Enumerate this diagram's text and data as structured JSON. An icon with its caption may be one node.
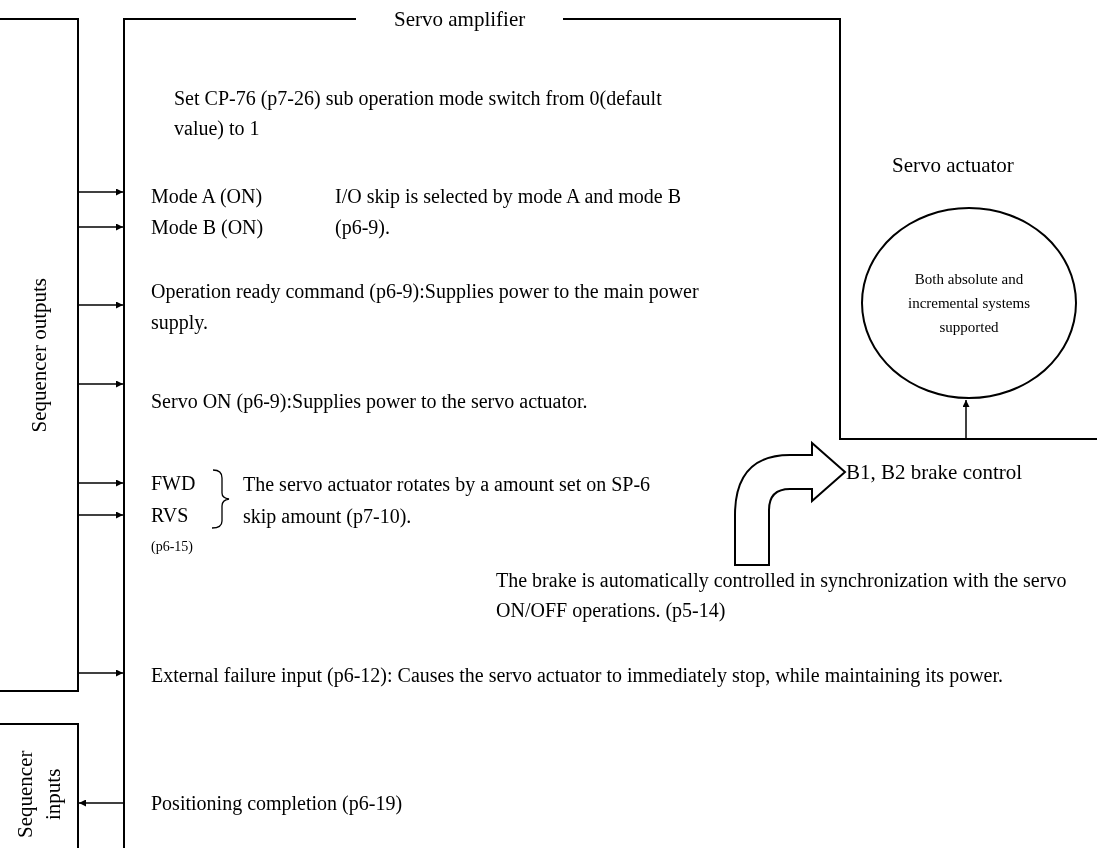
{
  "diagram": {
    "nodes": [
      {
        "text": [
          "Sequencer outputs"
        ]
      },
      {
        "text": [
          "Sequencer inputs"
        ]
      },
      {
        "text": [
          "Servo amplifier"
        ]
      },
      {
        "text": [
          "Both absolute and incremental systems supported"
        ],
        "beside": [
          "Servo actuator"
        ]
      },
      {
        "text": [
          "B1, B2 brake control"
        ]
      },
      {
        "text": [
          "The brake is automatically controlled in synchronization with the servo ON/OFF operations. (p5-14)"
        ]
      }
    ],
    "edges": [
      {
        "from": 0,
        "to": 2,
        "arrow": "to"
      },
      {
        "from": 0,
        "to": 2,
        "arrow": "to"
      },
      {
        "from": 0,
        "to": 2,
        "arrow": "to"
      },
      {
        "from": 0,
        "to": 2,
        "arrow": "to"
      },
      {
        "from": 0,
        "to": 2,
        "arrow": "to"
      },
      {
        "from": 0,
        "to": 2,
        "arrow": "to"
      },
      {
        "from": 0,
        "to": 2,
        "arrow": "to"
      },
      {
        "from": 2,
        "to": 1,
        "arrow": "to"
      },
      {
        "from": null,
        "to": 3,
        "arrow": "to"
      },
      {
        "from": 5,
        "to": 4,
        "arrow": "to",
        "style": "thick"
      }
    ],
    "labels": [
      "Set CP-76 (p7-26) sub operation mode switch from 0(default value) to 1",
      "Mode A (ON)",
      "Mode B (ON)",
      "I/O skip is selected by mode A and mode B (p6-9).",
      "Operation ready command (p6-9):Supplies power to the main power supply.",
      "Servo ON (p6-9):Supplies power to the servo actuator.",
      "FWD",
      "RVS",
      "The servo actuator rotates by a amount set on SP-6 skip amount (p7-10).",
      "(p6-15)",
      "External failure input (p6-12): Causes the servo actuator to immediately stop, while maintaining its power.",
      "Positioning completion (p6-19)"
    ]
  }
}
